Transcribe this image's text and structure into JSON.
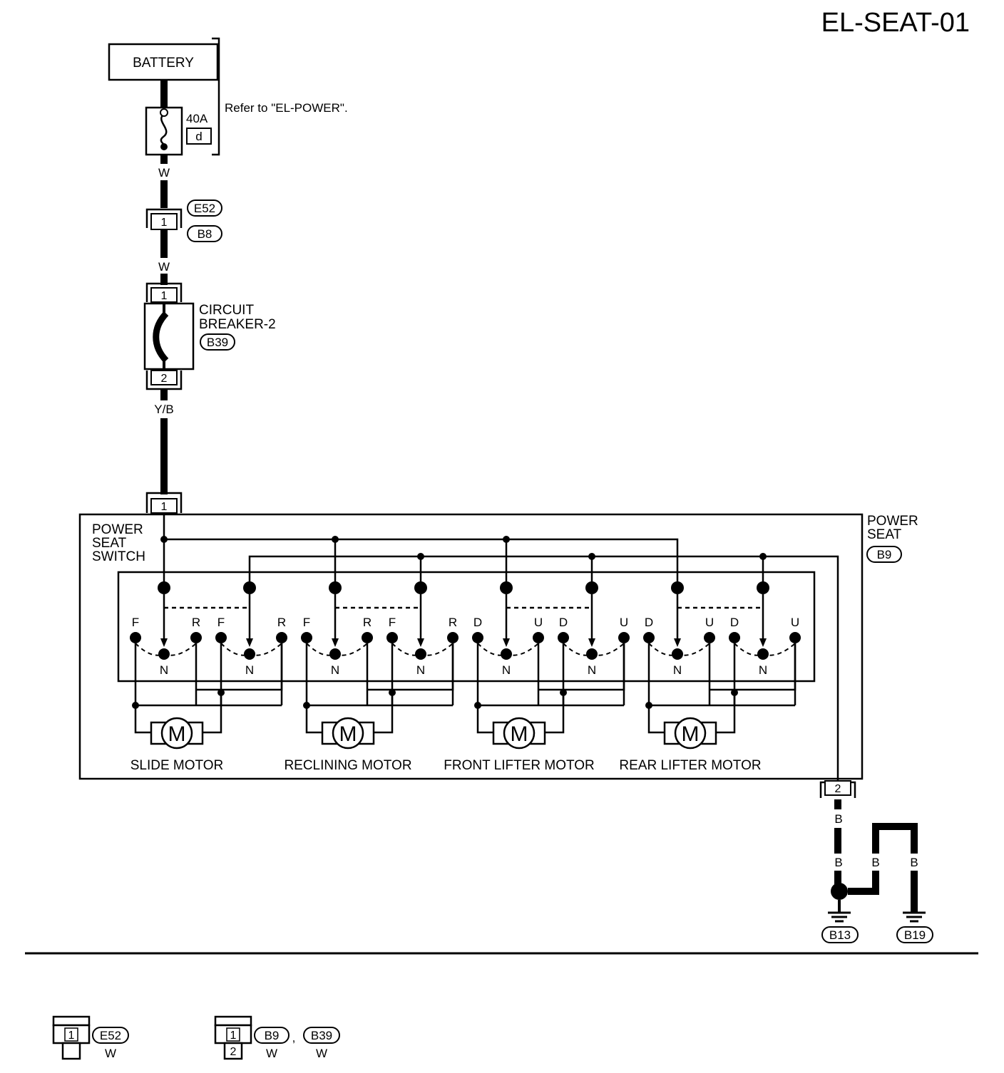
{
  "page_id": "EL-SEAT-01",
  "battery": {
    "label": "BATTERY"
  },
  "fuse": {
    "rating": "40A",
    "id": "d",
    "note": "Refer to \"EL-POWER\"."
  },
  "wire_colors": {
    "battery_to_e52": "W",
    "b8_to_breaker": "W",
    "breaker_to_switch": "Y/B",
    "ground_main": "B",
    "ground_split_1": "B",
    "ground_split_2": "B",
    "ground_split_3": "B"
  },
  "connector_e52_b8": {
    "pin": "1",
    "tag_top": "E52",
    "tag_bottom": "B8"
  },
  "circuit_breaker": {
    "label_line1": "CIRCUIT",
    "label_line2": "BREAKER-2",
    "tag": "B39",
    "pin_top": "1",
    "pin_bottom": "2"
  },
  "power_seat": {
    "label_line1": "POWER",
    "label_line2": "SEAT",
    "tag": "B9",
    "pin_in": "1",
    "pin_out": "2"
  },
  "switch": {
    "label_line1": "POWER",
    "label_line2": "SEAT",
    "label_line3": "SWITCH"
  },
  "switch_positions": {
    "slide_a": [
      "F",
      "R",
      "N"
    ],
    "slide_b": [
      "F",
      "R",
      "N"
    ],
    "recline_a": [
      "F",
      "R",
      "N"
    ],
    "recline_b": [
      "F",
      "R",
      "N"
    ],
    "front_a": [
      "D",
      "U",
      "N"
    ],
    "front_b": [
      "D",
      "U",
      "N"
    ],
    "rear_a": [
      "D",
      "U",
      "N"
    ],
    "rear_b": [
      "D",
      "U",
      "N"
    ]
  },
  "motors": [
    {
      "symbol": "M",
      "label": "SLIDE MOTOR"
    },
    {
      "symbol": "M",
      "label": "RECLINING MOTOR"
    },
    {
      "symbol": "M",
      "label": "FRONT LIFTER MOTOR"
    },
    {
      "symbol": "M",
      "label": "REAR LIFTER MOTOR"
    }
  ],
  "grounds": [
    "B13",
    "B19"
  ],
  "connector_legend": [
    {
      "pin": "1",
      "tag": "E52",
      "color": "W"
    },
    {
      "pins": [
        "1",
        "2"
      ],
      "tags": [
        "B9",
        "B39"
      ],
      "separator": ",",
      "colors": [
        "W",
        "W"
      ]
    }
  ]
}
